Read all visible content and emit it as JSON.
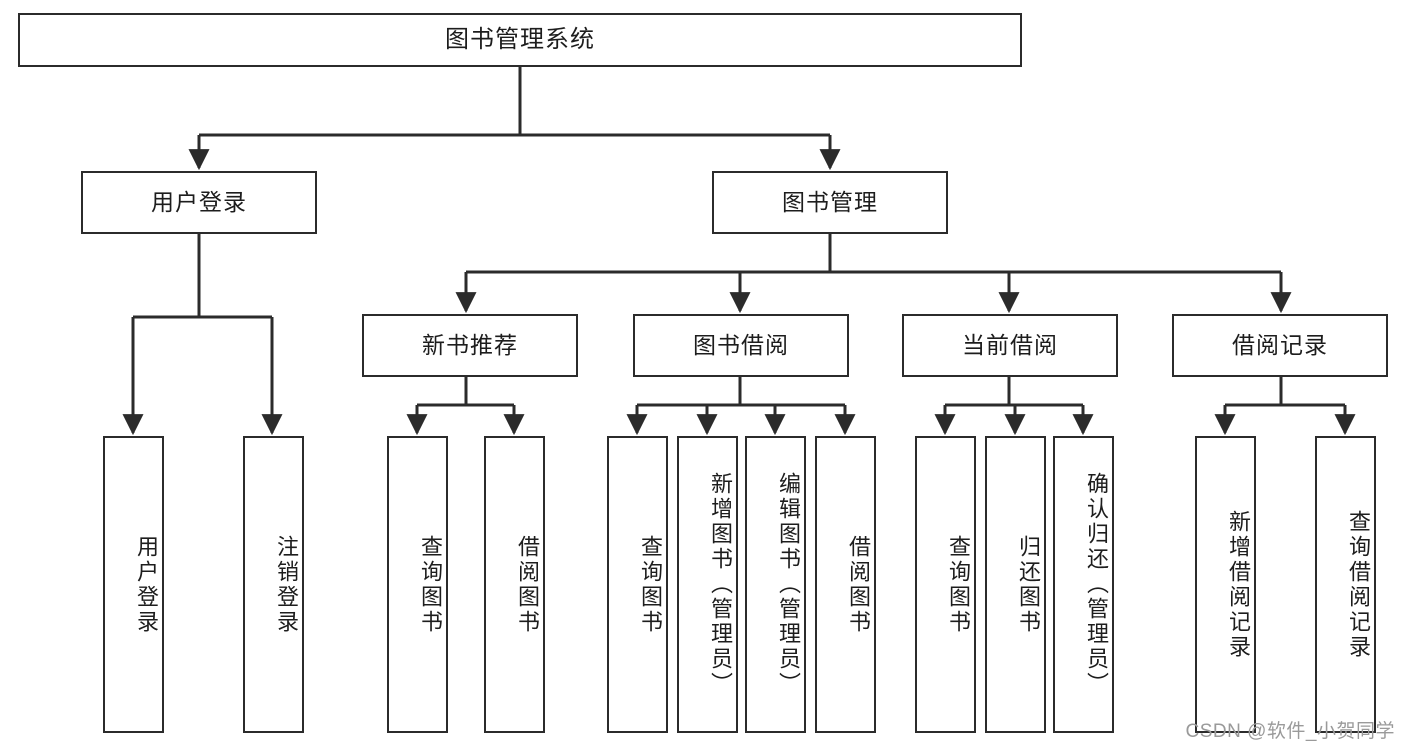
{
  "diagram": {
    "title": "图书管理系统",
    "type": "tree",
    "root": {
      "id": "root",
      "label": "图书管理系统"
    },
    "level2": [
      {
        "id": "user-login",
        "label": "用户登录"
      },
      {
        "id": "book-management",
        "label": "图书管理"
      }
    ],
    "level3": [
      {
        "id": "new-book-recommend",
        "label": "新书推荐",
        "parent": "book-management"
      },
      {
        "id": "book-borrow",
        "label": "图书借阅",
        "parent": "book-management"
      },
      {
        "id": "current-borrow",
        "label": "当前借阅",
        "parent": "book-management"
      },
      {
        "id": "borrow-record",
        "label": "借阅记录",
        "parent": "book-management"
      }
    ],
    "leaves": {
      "user_login": [
        {
          "id": "leaf-user-login",
          "label": "用户登录"
        },
        {
          "id": "leaf-logout",
          "label": "注销登录"
        }
      ],
      "new_book_recommend": [
        {
          "id": "leaf-query-book-1",
          "label": "查询图书"
        },
        {
          "id": "leaf-borrow-book-1",
          "label": "借阅图书"
        }
      ],
      "book_borrow": [
        {
          "id": "leaf-query-book-2",
          "label": "查询图书"
        },
        {
          "id": "leaf-add-book",
          "label": "新增图书（管理员）"
        },
        {
          "id": "leaf-edit-book",
          "label": "编辑图书（管理员）"
        },
        {
          "id": "leaf-borrow-book-2",
          "label": "借阅图书"
        }
      ],
      "current_borrow": [
        {
          "id": "leaf-query-book-3",
          "label": "查询图书"
        },
        {
          "id": "leaf-return-book",
          "label": "归还图书"
        },
        {
          "id": "leaf-confirm-return",
          "label": "确认归还（管理员）"
        }
      ],
      "borrow_record": [
        {
          "id": "leaf-add-record",
          "label": "新增借阅记录"
        },
        {
          "id": "leaf-query-record",
          "label": "查询借阅记录"
        }
      ]
    },
    "colors": {
      "stroke": "#2b2b2b",
      "fill": "#ffffff",
      "text": "#1d1d1d",
      "watermark": "#9a9a9a"
    }
  },
  "watermark": {
    "text": "CSDN @软件_小贺同学"
  }
}
